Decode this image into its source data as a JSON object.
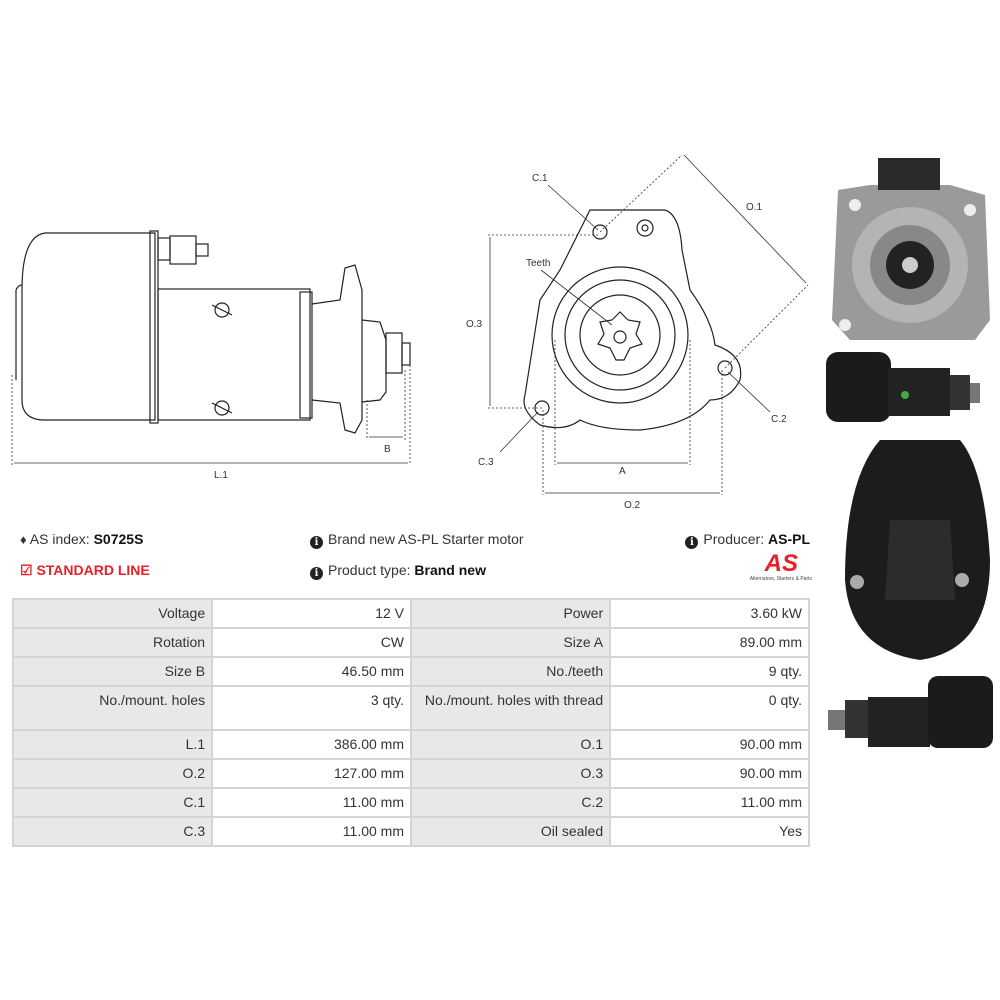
{
  "drawing": {
    "side_labels": {
      "b": "B",
      "l1": "L.1"
    },
    "front_labels": {
      "c1": "C.1",
      "c2": "C.2",
      "c3": "C.3",
      "o1": "O.1",
      "o2": "O.2",
      "o3": "O.3",
      "a": "A",
      "teeth": "Teeth"
    }
  },
  "info": {
    "as_index_label": "AS index:",
    "as_index_value": "S0725S",
    "line": "STANDARD LINE",
    "description": "Brand new AS-PL Starter motor",
    "product_type_label": "Product type:",
    "product_type_value": "Brand new",
    "producer_label": "Producer:",
    "producer_value": "AS-PL",
    "logo_text": "AS",
    "logo_tagline": "Alternators, Starters & Parts"
  },
  "colors": {
    "accent": "#e8202a",
    "label_bg": "#e8e8e8",
    "border": "#d4d4d4"
  },
  "specs": [
    [
      "Voltage",
      "12 V",
      "Power",
      "3.60 kW"
    ],
    [
      "Rotation",
      "CW",
      "Size A",
      "89.00 mm"
    ],
    [
      "Size B",
      "46.50 mm",
      "No./teeth",
      "9 qty."
    ],
    [
      "No./mount. holes",
      "3 qty.",
      "No./mount. holes with thread",
      "0 qty."
    ],
    [
      "L.1",
      "386.00 mm",
      "O.1",
      "90.00 mm"
    ],
    [
      "O.2",
      "127.00 mm",
      "O.3",
      "90.00 mm"
    ],
    [
      "C.1",
      "11.00 mm",
      "C.2",
      "11.00 mm"
    ],
    [
      "C.3",
      "11.00 mm",
      "Oil sealed",
      "Yes"
    ]
  ]
}
